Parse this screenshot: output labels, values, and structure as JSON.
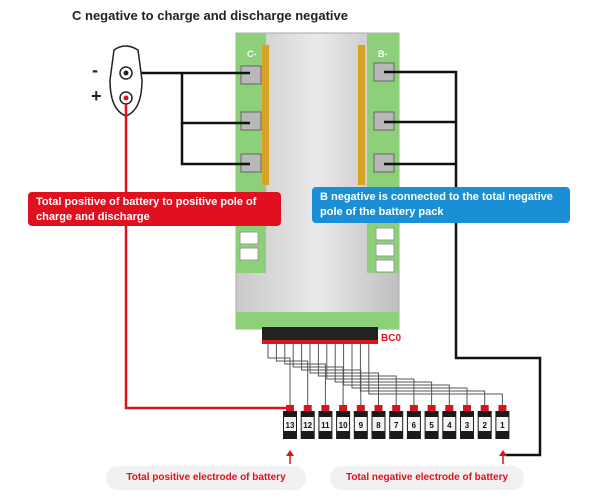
{
  "title": "C negative to charge and discharge negative",
  "battery_terminal": {
    "minus_sign": "-",
    "plus_sign": "+"
  },
  "board": {
    "c_label": "C-",
    "b_label": "B-",
    "connector_label": "BC0"
  },
  "callouts": {
    "positive": "Total positive of battery to positive pole of charge and discharge",
    "b_negative": "B negative is connected to the total negative pole of the battery pack"
  },
  "balance_pins": [
    "13",
    "12",
    "11",
    "10",
    "9",
    "8",
    "7",
    "6",
    "5",
    "4",
    "3",
    "2",
    "1"
  ],
  "bottom_labels": {
    "positive": "Total positive electrode of battery",
    "negative": "Total negative electrode of battery"
  },
  "colors": {
    "wire_black": "#111111",
    "wire_red": "#d8141f",
    "callout_red": "#e0101e",
    "callout_blue": "#1a8fd6",
    "pcb_green": "#8ed07a",
    "gold_strip": "#d8a325"
  }
}
